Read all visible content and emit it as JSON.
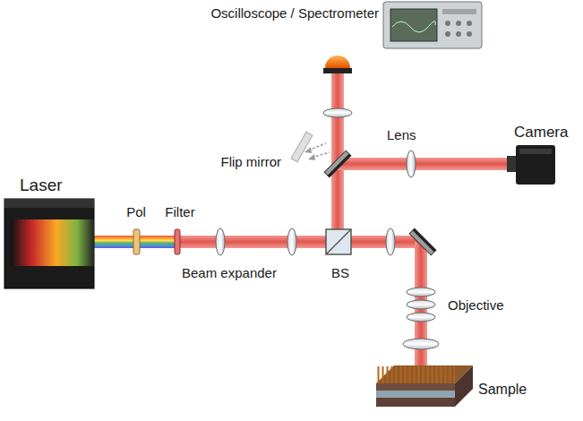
{
  "diagram": {
    "labels": [
      "Oscilloscope / Spectrometer",
      "Flip mirror",
      "Lens",
      "Camera",
      "Laser",
      "Pol",
      "Filter",
      "Beam expander",
      "BS",
      "Objective",
      "Sample"
    ]
  }
}
